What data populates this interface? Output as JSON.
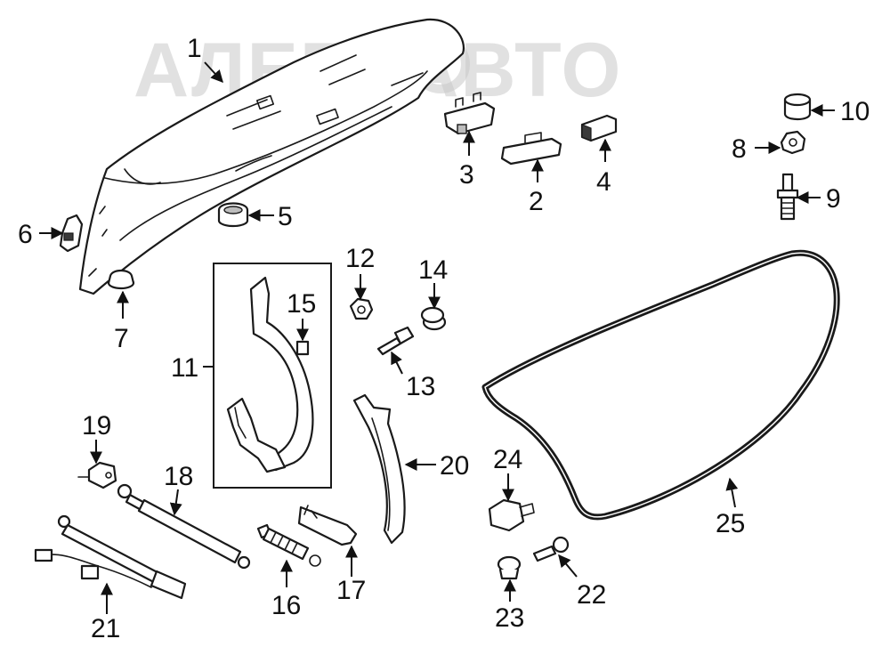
{
  "watermark": {
    "text": "АЛЕГОАВТО"
  },
  "callouts": {
    "c1": "1",
    "c2": "2",
    "c3": "3",
    "c4": "4",
    "c5": "5",
    "c6": "6",
    "c7": "7",
    "c8": "8",
    "c9": "9",
    "c10": "10",
    "c11": "11",
    "c12": "12",
    "c13": "13",
    "c14": "14",
    "c15": "15",
    "c16": "16",
    "c17": "17",
    "c18": "18",
    "c19": "19",
    "c20": "20",
    "c21": "21",
    "c22": "22",
    "c23": "23",
    "c24": "24",
    "c25": "25"
  },
  "colors": {
    "line": "#1a1a1a",
    "watermark": "#c9c9c9",
    "background": "#ffffff"
  }
}
